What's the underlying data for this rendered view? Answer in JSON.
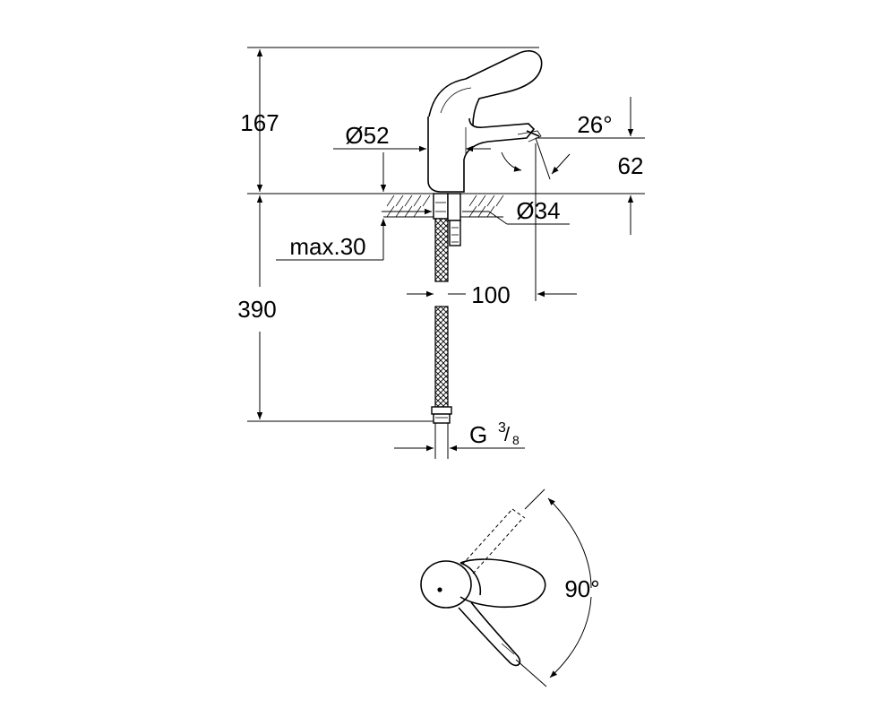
{
  "dimensions": {
    "overall_height": "167",
    "body_diameter": "Ø52",
    "spout_angle": "26°",
    "spout_height": "62",
    "base_diameter": "Ø34",
    "max_deck_thickness": "max.30",
    "spout_projection": "100",
    "hose_length": "390",
    "thread_prefix": "G",
    "thread_numerator": "3",
    "thread_denominator": "8",
    "lever_rotation": "90°"
  },
  "icons": {
    "faucet_side": "faucet-side-view-icon",
    "faucet_top": "faucet-top-view-icon",
    "hose": "braided-hose-icon"
  }
}
